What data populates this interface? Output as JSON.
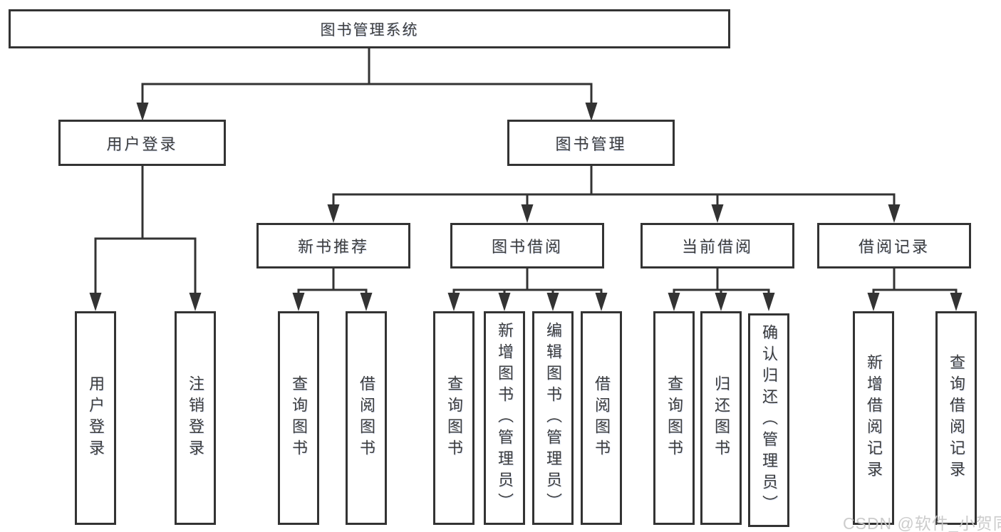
{
  "diagram": {
    "root": {
      "label": "图书管理系统"
    },
    "branches": [
      {
        "label": "用户登录",
        "children": [
          {
            "label": "用户登录"
          },
          {
            "label": "注销登录"
          }
        ]
      },
      {
        "label": "图书管理",
        "modules": [
          {
            "label": "新书推荐",
            "children": [
              {
                "label": "查询图书"
              },
              {
                "label": "借阅图书"
              }
            ]
          },
          {
            "label": "图书借阅",
            "children": [
              {
                "label": "查询图书"
              },
              {
                "label": "新增图书（管理员）"
              },
              {
                "label": "编辑图书（管理员）"
              },
              {
                "label": "借阅图书"
              }
            ]
          },
          {
            "label": "当前借阅",
            "children": [
              {
                "label": "查询图书"
              },
              {
                "label": "归还图书"
              },
              {
                "label": "确认归还（管理员）"
              }
            ]
          },
          {
            "label": "借阅记录",
            "children": [
              {
                "label": "新增借阅记录"
              },
              {
                "label": "查询借阅记录"
              }
            ]
          }
        ]
      }
    ]
  },
  "colors": {
    "line": "#333333",
    "box_border": "#333333",
    "box_background": "#ffffff",
    "text": "#3d3d3d",
    "watermark": "#c9c9c9"
  },
  "watermark": {
    "text": "CSDN @软件_小贺同学"
  }
}
